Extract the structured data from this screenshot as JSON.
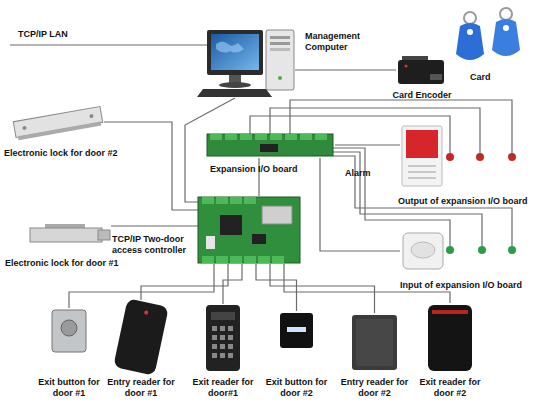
{
  "diagram": {
    "nodes": [
      {
        "text": [
          "Management Computer"
        ]
      },
      {
        "text": [
          "Card"
        ]
      },
      {
        "text": [
          "Card Encoder"
        ]
      },
      {
        "text": [
          "Electronic lock for door #2"
        ]
      },
      {
        "text": [
          "Expansion I/O board"
        ]
      },
      {
        "text": [
          "Output of expansion I/O board"
        ]
      },
      {
        "text": [
          "TCP/IP Two-door access controller"
        ]
      },
      {
        "text": [
          "Electronic lock for door #1"
        ]
      },
      {
        "text": [
          "Input of expansion I/O board"
        ]
      },
      {
        "text": [
          "Exit button for door #1"
        ]
      },
      {
        "text": [
          "Entry reader for door #1"
        ]
      },
      {
        "text": [
          "Exit reader for door#1"
        ]
      },
      {
        "text": [
          "Exit button for door #2"
        ]
      },
      {
        "text": [
          "Entry reader for door #2"
        ]
      },
      {
        "text": [
          "Exit reader for door #2"
        ]
      }
    ],
    "edges": [
      {
        "from": 0,
        "to": 6,
        "arrow": "none"
      },
      {
        "from": 0,
        "to": 2,
        "arrow": "none"
      },
      {
        "from": 6,
        "to": 3,
        "arrow": "none"
      },
      {
        "from": 6,
        "to": 7,
        "arrow": "none"
      },
      {
        "from": 6,
        "to": 4,
        "arrow": "none"
      },
      {
        "from": 4,
        "to": 5,
        "arrow": "none"
      },
      {
        "from": 4,
        "to": 8,
        "arrow": "none"
      },
      {
        "from": 6,
        "to": 9,
        "arrow": "none"
      },
      {
        "from": 6,
        "to": 10,
        "arrow": "none"
      },
      {
        "from": 6,
        "to": 11,
        "arrow": "none"
      },
      {
        "from": 6,
        "to": 12,
        "arrow": "none"
      },
      {
        "from": 6,
        "to": 13,
        "arrow": "none"
      },
      {
        "from": 6,
        "to": 14,
        "arrow": "none"
      }
    ],
    "labels": [
      "TCP/IP LAN",
      "Alarm"
    ]
  }
}
